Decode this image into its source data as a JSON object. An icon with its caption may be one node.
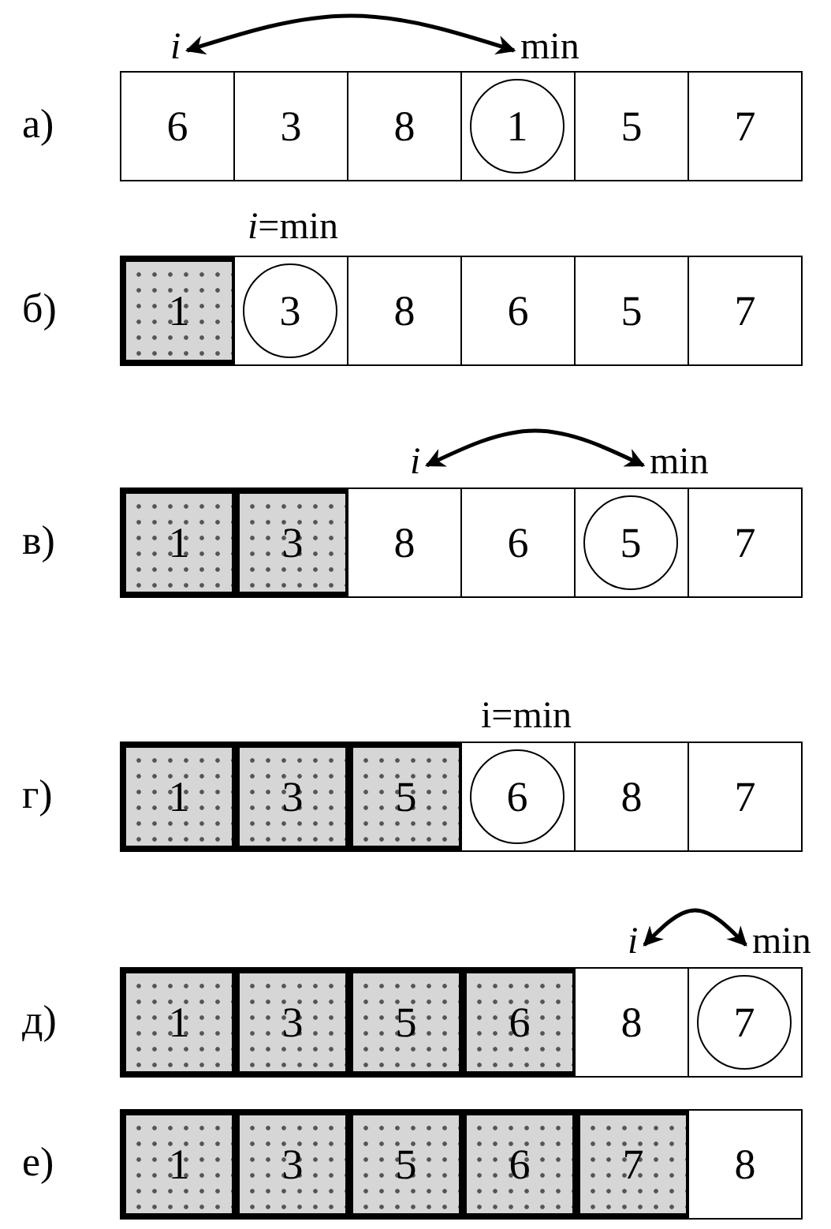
{
  "diagram": {
    "nodes": [
      {
        "text": [
          "i"
        ]
      },
      {
        "text": [
          "min"
        ]
      },
      {
        "text": [
          "6"
        ]
      },
      {
        "text": [
          "3"
        ]
      },
      {
        "text": [
          "8"
        ]
      },
      {
        "text": [],
        "shape": "box"
      },
      {
        "text": [
          "1"
        ],
        "in": 5
      },
      {
        "text": [
          "5"
        ]
      },
      {
        "text": [
          "7"
        ]
      },
      {
        "text": [
          "1"
        ]
      },
      {
        "text": [],
        "shape": "box"
      },
      {
        "text": [
          "3"
        ],
        "in": 10
      },
      {
        "text": [
          "8"
        ]
      },
      {
        "text": [
          "6"
        ]
      },
      {
        "text": [
          "5"
        ]
      },
      {
        "text": [
          "7"
        ]
      },
      {
        "text": [
          "i"
        ]
      },
      {
        "text": [
          "min"
        ]
      },
      {
        "text": [
          "1"
        ]
      },
      {
        "text": [
          "3"
        ]
      },
      {
        "text": [
          "8"
        ]
      },
      {
        "text": [
          "6"
        ]
      },
      {
        "text": [],
        "shape": "box"
      },
      {
        "text": [
          "5"
        ],
        "in": 22
      },
      {
        "text": [
          "7"
        ]
      },
      {
        "text": [
          "1"
        ]
      },
      {
        "text": [
          "3"
        ]
      },
      {
        "text": [
          "5"
        ]
      },
      {
        "text": [],
        "shape": "box"
      },
      {
        "text": [
          "6"
        ],
        "in": 28
      },
      {
        "text": [
          "8"
        ]
      },
      {
        "text": [
          "7"
        ]
      },
      {
        "text": [
          "i"
        ]
      },
      {
        "text": [
          "min"
        ]
      },
      {
        "text": [
          "1"
        ]
      },
      {
        "text": [
          "3"
        ]
      },
      {
        "text": [
          "5"
        ]
      },
      {
        "text": [
          "6"
        ]
      },
      {
        "text": [
          "8"
        ]
      },
      {
        "text": [],
        "shape": "box"
      },
      {
        "text": [
          "7"
        ],
        "in": 39
      },
      {
        "text": [
          "1"
        ]
      },
      {
        "text": [
          "3"
        ]
      },
      {
        "text": [
          "5"
        ]
      },
      {
        "text": [
          "6"
        ]
      },
      {
        "text": [
          "7"
        ]
      },
      {
        "text": [
          "8"
        ]
      }
    ],
    "edges": [
      {
        "from": 0,
        "to": 1,
        "arrow": "both"
      },
      {
        "from": 16,
        "to": 17,
        "arrow": "both"
      },
      {
        "from": 32,
        "to": 33,
        "arrow": "both"
      }
    ],
    "labels": [
      "а)",
      "*i*=min",
      "б)",
      "в)",
      "i=min",
      "г)",
      "д)",
      "е)"
    ]
  }
}
